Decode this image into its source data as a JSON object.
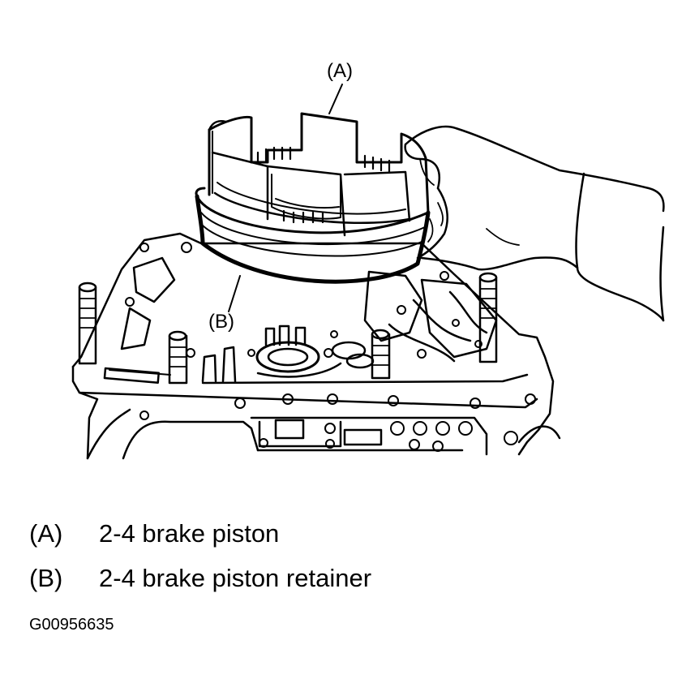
{
  "callouts": {
    "a": "(A)",
    "b": "(B)"
  },
  "legend": [
    {
      "key": "(A)",
      "text": "2-4 brake piston"
    },
    {
      "key": "(B)",
      "text": "2-4 brake piston retainer"
    }
  ],
  "figure_id": "G00956635"
}
